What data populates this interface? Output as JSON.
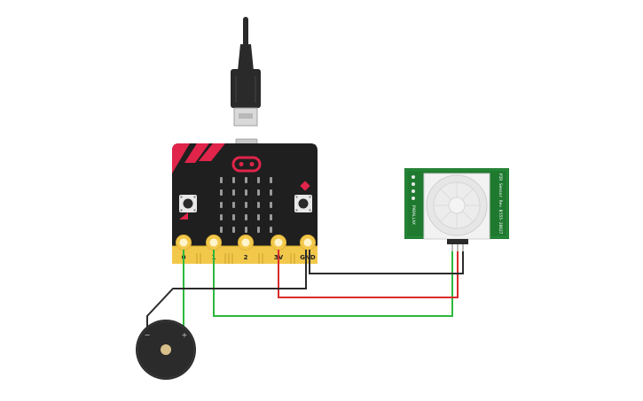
{
  "microbit": {
    "pins": [
      {
        "label": "0"
      },
      {
        "label": "1"
      },
      {
        "label": "2"
      },
      {
        "label": "3V"
      },
      {
        "label": "GND"
      }
    ]
  },
  "pir_sensor": {
    "text_left": "PARALLAX",
    "text_right_top": "PIR Sensor Rev B",
    "text_right_bottom": "555-28027"
  },
  "buzzer": {
    "minus_label": "−",
    "plus_label": "+"
  },
  "wires": {
    "colors": {
      "green": "#2db83d",
      "red": "#d92b2b",
      "black": "#2b2b2b"
    }
  },
  "colors": {
    "board": "#1f1f1f",
    "accent": "#e0244a",
    "gold": "#f2c84b",
    "pcb_green": "#1f7a30"
  }
}
